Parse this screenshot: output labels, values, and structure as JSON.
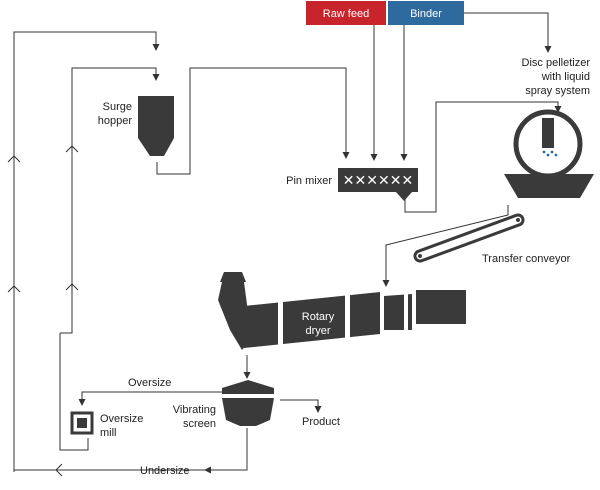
{
  "boxes": {
    "raw_feed": "Raw feed",
    "binder": "Binder"
  },
  "labels": {
    "disc_pelletizer": [
      "Disc pelletizer",
      "with liquid",
      "spray system"
    ],
    "surge_hopper": [
      "Surge",
      "hopper"
    ],
    "pin_mixer": "Pin mixer",
    "transfer_conveyor": "Transfer conveyor",
    "rotary_dryer": [
      "Rotary",
      "dryer"
    ],
    "oversize": "Oversize",
    "oversize_mill": [
      "Oversize",
      "mill"
    ],
    "vibrating_screen": [
      "Vibrating",
      "screen"
    ],
    "product": "Product",
    "undersize": "Undersize"
  },
  "colors": {
    "raw_feed_bg": "#c8242b",
    "binder_bg": "#2f6a9e",
    "equipment": "#3a3a3a"
  }
}
